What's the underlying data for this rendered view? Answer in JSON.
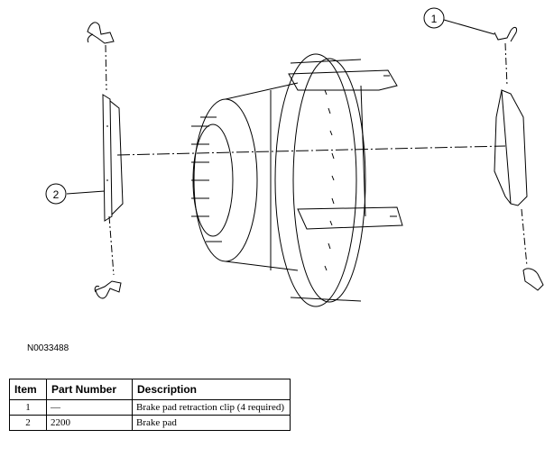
{
  "figure": {
    "callouts": [
      "1",
      "2"
    ],
    "figure_id": "N0033488"
  },
  "table": {
    "headers": {
      "item": "Item",
      "part_number": "Part Number",
      "description": "Description"
    },
    "rows": [
      {
        "item": "1",
        "part_number": "—",
        "description": "Brake pad retraction clip (4 required)"
      },
      {
        "item": "2",
        "part_number": "2200",
        "description": "Brake pad"
      }
    ]
  }
}
